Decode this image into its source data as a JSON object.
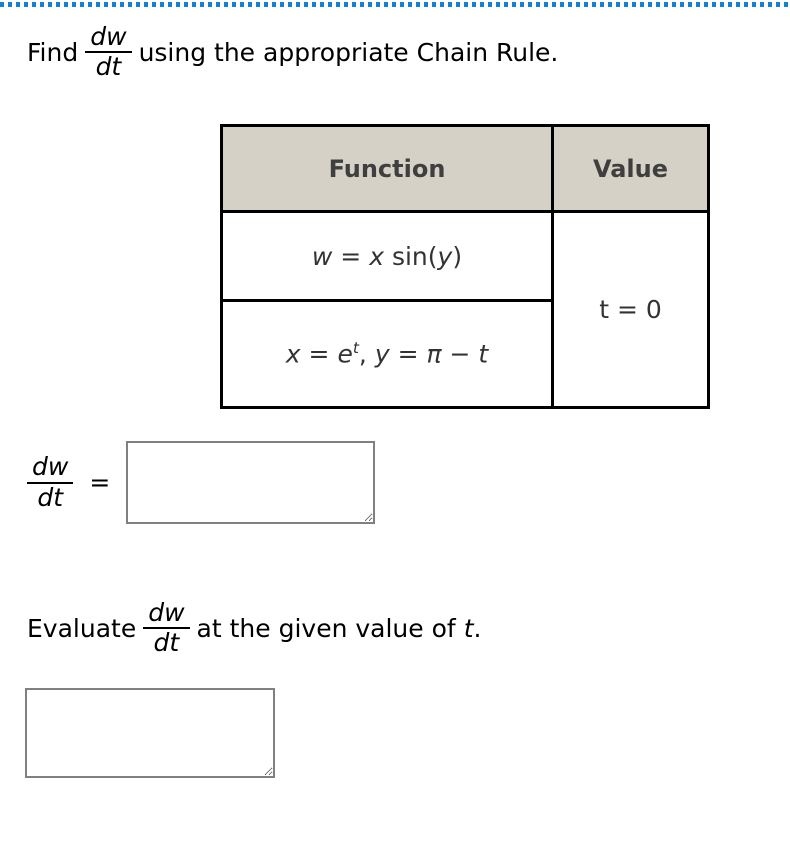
{
  "decor": {
    "top_rule_color": "#1281d0",
    "table_header_bg": "#d6d1c6",
    "table_header_text_color": "#3f3f3f",
    "table_border_color": "#000000",
    "input_border_color": "#808080"
  },
  "question_1": {
    "prefix": "Find",
    "fraction": {
      "numerator": "dw",
      "denominator": "dt"
    },
    "suffix": "using the appropriate Chain Rule."
  },
  "table": {
    "headers": [
      "Function",
      "Value"
    ],
    "rows": [
      {
        "function_parts": {
          "w": "w",
          "equals": "=",
          "x": "x",
          "sin_open": "sin(",
          "y": "y",
          "close": ")"
        },
        "value": "t = 0"
      },
      {
        "function_parts": {
          "x": "x",
          "equals1": "=",
          "e": "e",
          "exponent": "t",
          "comma": ",",
          "y": "y",
          "equals2": "=",
          "pi": "π",
          "minus": "−",
          "t": "t"
        }
      }
    ],
    "value_cell_text": "t = 0"
  },
  "answer_1": {
    "fraction": {
      "numerator": "dw",
      "denominator": "dt"
    },
    "equals": "=",
    "value": "",
    "placeholder": ""
  },
  "question_2": {
    "prefix": "Evaluate",
    "fraction": {
      "numerator": "dw",
      "denominator": "dt"
    },
    "suffix_a": "at the given value of",
    "variable": "t",
    "suffix_b": "."
  },
  "answer_2": {
    "value": "",
    "placeholder": ""
  }
}
